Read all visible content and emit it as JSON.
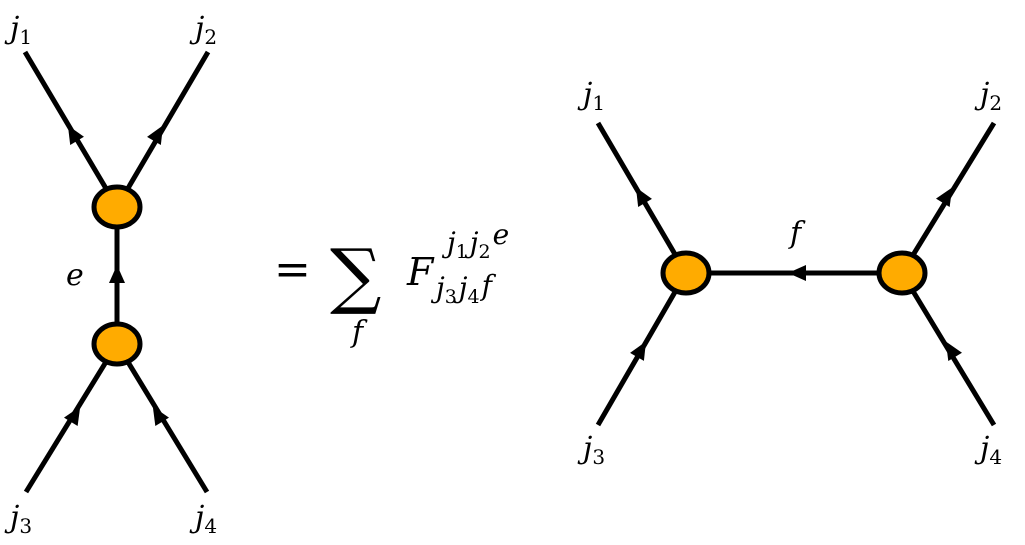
{
  "colors": {
    "node_fill": "#FFAB00",
    "stroke": "#000000"
  },
  "left_diagram": {
    "labels": {
      "j1": {
        "base": "j",
        "sub": "1"
      },
      "j2": {
        "base": "j",
        "sub": "2"
      },
      "j3": {
        "base": "j",
        "sub": "3"
      },
      "j4": {
        "base": "j",
        "sub": "4"
      },
      "e": "e"
    }
  },
  "equation": {
    "equals": "=",
    "sum": "∑",
    "sum_index": "f",
    "symbol": "F",
    "superscript": [
      {
        "base": "j",
        "sub": "1"
      },
      {
        "base": "j",
        "sub": "2"
      },
      {
        "base": "e",
        "sub": ""
      }
    ],
    "subscript": [
      {
        "base": "j",
        "sub": "3"
      },
      {
        "base": "j",
        "sub": "4"
      },
      {
        "base": "f",
        "sub": ""
      }
    ]
  },
  "right_diagram": {
    "labels": {
      "j1": {
        "base": "j",
        "sub": "1"
      },
      "j2": {
        "base": "j",
        "sub": "2"
      },
      "j3": {
        "base": "j",
        "sub": "3"
      },
      "j4": {
        "base": "j",
        "sub": "4"
      },
      "f": "f"
    }
  }
}
